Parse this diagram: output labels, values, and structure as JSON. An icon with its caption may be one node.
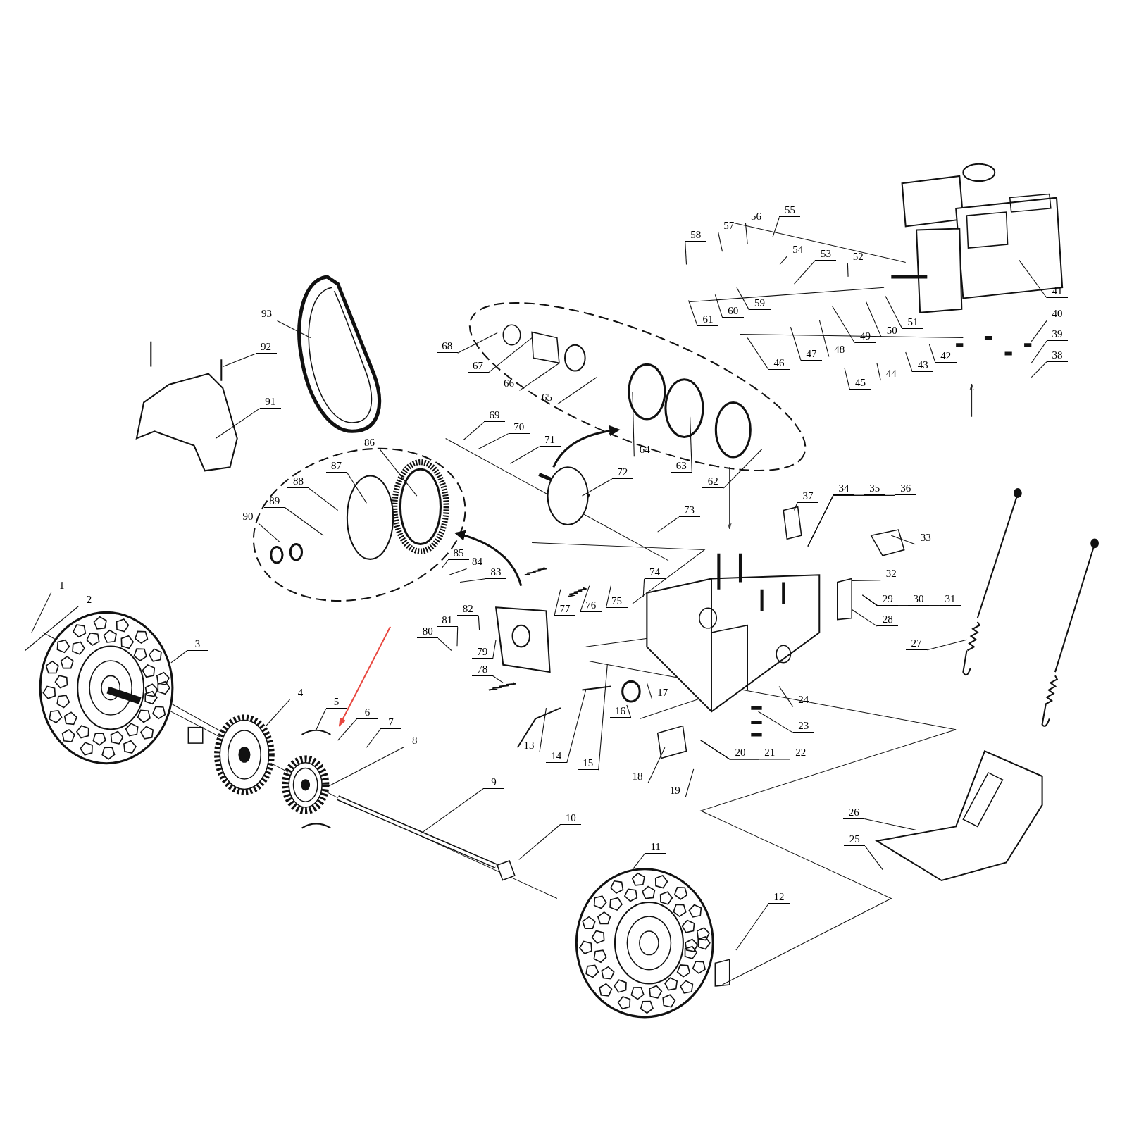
{
  "diagram": {
    "nodes": [
      {
        "text": [
          "1"
        ]
      },
      {
        "text": [
          "2"
        ]
      },
      {
        "text": [
          "3"
        ]
      },
      {
        "text": [
          "4"
        ]
      },
      {
        "text": [
          "5"
        ]
      },
      {
        "text": [
          "6"
        ]
      },
      {
        "text": [
          "7"
        ]
      },
      {
        "text": [
          "8"
        ]
      },
      {
        "text": [
          "9"
        ]
      },
      {
        "text": [
          "10"
        ]
      },
      {
        "text": [
          "11"
        ]
      },
      {
        "text": [
          "12"
        ]
      },
      {
        "text": [
          "13"
        ]
      },
      {
        "text": [
          "14"
        ]
      },
      {
        "text": [
          "15"
        ]
      },
      {
        "text": [
          "16"
        ]
      },
      {
        "text": [
          "17"
        ]
      },
      {
        "text": [
          "18"
        ]
      },
      {
        "text": [
          "19"
        ]
      },
      {
        "text": [
          "20"
        ]
      },
      {
        "text": [
          "21"
        ]
      },
      {
        "text": [
          "22"
        ]
      },
      {
        "text": [
          "23"
        ]
      },
      {
        "text": [
          "24"
        ]
      },
      {
        "text": [
          "25"
        ]
      },
      {
        "text": [
          "26"
        ]
      },
      {
        "text": [
          "27"
        ]
      },
      {
        "text": [
          "28"
        ]
      },
      {
        "text": [
          "29"
        ]
      },
      {
        "text": [
          "30"
        ]
      },
      {
        "text": [
          "31"
        ]
      },
      {
        "text": [
          "32"
        ]
      },
      {
        "text": [
          "33"
        ]
      },
      {
        "text": [
          "34"
        ]
      },
      {
        "text": [
          "35"
        ]
      },
      {
        "text": [
          "36"
        ]
      },
      {
        "text": [
          "37"
        ]
      },
      {
        "text": [
          "38"
        ]
      },
      {
        "text": [
          "39"
        ]
      },
      {
        "text": [
          "40"
        ]
      },
      {
        "text": [
          "41"
        ]
      },
      {
        "text": [
          "42"
        ]
      },
      {
        "text": [
          "43"
        ]
      },
      {
        "text": [
          "44"
        ]
      },
      {
        "text": [
          "45"
        ]
      },
      {
        "text": [
          "46"
        ]
      },
      {
        "text": [
          "47"
        ]
      },
      {
        "text": [
          "48"
        ]
      },
      {
        "text": [
          "49"
        ]
      },
      {
        "text": [
          "50"
        ]
      },
      {
        "text": [
          "51"
        ]
      },
      {
        "text": [
          "52"
        ]
      },
      {
        "text": [
          "53"
        ]
      },
      {
        "text": [
          "54"
        ]
      },
      {
        "text": [
          "55"
        ]
      },
      {
        "text": [
          "56"
        ]
      },
      {
        "text": [
          "57"
        ]
      },
      {
        "text": [
          "58"
        ]
      },
      {
        "text": [
          "59"
        ]
      },
      {
        "text": [
          "60"
        ]
      },
      {
        "text": [
          "61"
        ]
      },
      {
        "text": [
          "62"
        ]
      },
      {
        "text": [
          "63"
        ]
      },
      {
        "text": [
          "64"
        ]
      },
      {
        "text": [
          "65"
        ]
      },
      {
        "text": [
          "66"
        ]
      },
      {
        "text": [
          "67"
        ]
      },
      {
        "text": [
          "68"
        ]
      },
      {
        "text": [
          "69"
        ]
      },
      {
        "text": [
          "70"
        ]
      },
      {
        "text": [
          "71"
        ]
      },
      {
        "text": [
          "72"
        ]
      },
      {
        "text": [
          "73"
        ]
      },
      {
        "text": [
          "74"
        ]
      },
      {
        "text": [
          "75"
        ]
      },
      {
        "text": [
          "76"
        ]
      },
      {
        "text": [
          "77"
        ]
      },
      {
        "text": [
          "78"
        ]
      },
      {
        "text": [
          "79"
        ]
      },
      {
        "text": [
          "80"
        ]
      },
      {
        "text": [
          "81"
        ]
      },
      {
        "text": [
          "82"
        ]
      },
      {
        "text": [
          "83"
        ]
      },
      {
        "text": [
          "84"
        ]
      },
      {
        "text": [
          "85"
        ]
      },
      {
        "text": [
          "86"
        ]
      },
      {
        "text": [
          "87"
        ]
      },
      {
        "text": [
          "88"
        ]
      },
      {
        "text": [
          "89"
        ]
      },
      {
        "text": [
          "90"
        ]
      },
      {
        "text": [
          "91"
        ]
      },
      {
        "text": [
          "92"
        ]
      },
      {
        "text": [
          "93"
        ]
      }
    ],
    "edges": [
      {
        "from": 0,
        "to": null,
        "arrow": "none"
      },
      {
        "from": 1,
        "to": null,
        "arrow": "none"
      },
      {
        "from": 2,
        "to": null,
        "arrow": "none"
      },
      {
        "from": 3,
        "to": null,
        "arrow": "none"
      },
      {
        "from": 4,
        "to": null,
        "arrow": "none"
      },
      {
        "from": 5,
        "to": null,
        "arrow": "none"
      },
      {
        "from": 6,
        "to": null,
        "arrow": "none"
      },
      {
        "from": 7,
        "to": null,
        "arrow": "none"
      },
      {
        "from": 8,
        "to": null,
        "arrow": "none"
      },
      {
        "from": 9,
        "to": null,
        "arrow": "none"
      },
      {
        "from": 10,
        "to": null,
        "arrow": "none"
      },
      {
        "from": 11,
        "to": null,
        "arrow": "none"
      },
      {
        "from": 12,
        "to": null,
        "arrow": "none"
      },
      {
        "from": 13,
        "to": null,
        "arrow": "none"
      },
      {
        "from": 14,
        "to": null,
        "arrow": "none"
      },
      {
        "from": 15,
        "to": null,
        "arrow": "none"
      },
      {
        "from": 16,
        "to": null,
        "arrow": "none"
      },
      {
        "from": 17,
        "to": null,
        "arrow": "none"
      },
      {
        "from": 18,
        "to": null,
        "arrow": "none"
      },
      {
        "from": 19,
        "to": null,
        "arrow": "none"
      },
      {
        "from": 20,
        "to": null,
        "arrow": "none"
      },
      {
        "from": 21,
        "to": null,
        "arrow": "none"
      },
      {
        "from": 22,
        "to": null,
        "arrow": "none"
      },
      {
        "from": 23,
        "to": null,
        "arrow": "none"
      },
      {
        "from": 24,
        "to": null,
        "arrow": "none"
      },
      {
        "from": 25,
        "to": null,
        "arrow": "none"
      },
      {
        "from": 26,
        "to": null,
        "arrow": "none"
      },
      {
        "from": 27,
        "to": null,
        "arrow": "none"
      },
      {
        "from": 28,
        "to": null,
        "arrow": "none"
      },
      {
        "from": 29,
        "to": null,
        "arrow": "none"
      },
      {
        "from": 30,
        "to": null,
        "arrow": "none"
      },
      {
        "from": 31,
        "to": null,
        "arrow": "none"
      },
      {
        "from": 32,
        "to": null,
        "arrow": "none"
      },
      {
        "from": 33,
        "to": null,
        "arrow": "none"
      },
      {
        "from": 34,
        "to": null,
        "arrow": "none"
      },
      {
        "from": 35,
        "to": null,
        "arrow": "none"
      },
      {
        "from": 36,
        "to": null,
        "arrow": "none"
      },
      {
        "from": 37,
        "to": null,
        "arrow": "none"
      },
      {
        "from": 38,
        "to": null,
        "arrow": "none"
      },
      {
        "from": 39,
        "to": null,
        "arrow": "none"
      },
      {
        "from": 40,
        "to": null,
        "arrow": "none"
      },
      {
        "from": 41,
        "to": null,
        "arrow": "none"
      },
      {
        "from": 42,
        "to": null,
        "arrow": "none"
      },
      {
        "from": 43,
        "to": null,
        "arrow": "none"
      },
      {
        "from": 44,
        "to": null,
        "arrow": "none"
      },
      {
        "from": 45,
        "to": null,
        "arrow": "none"
      },
      {
        "from": 46,
        "to": null,
        "arrow": "none"
      },
      {
        "from": 47,
        "to": null,
        "arrow": "none"
      },
      {
        "from": 48,
        "to": null,
        "arrow": "none"
      },
      {
        "from": 49,
        "to": null,
        "arrow": "none"
      },
      {
        "from": 50,
        "to": null,
        "arrow": "none"
      },
      {
        "from": 51,
        "to": null,
        "arrow": "none"
      },
      {
        "from": 52,
        "to": null,
        "arrow": "none"
      },
      {
        "from": 53,
        "to": null,
        "arrow": "none"
      },
      {
        "from": 54,
        "to": null,
        "arrow": "none"
      },
      {
        "from": 55,
        "to": null,
        "arrow": "none"
      },
      {
        "from": 56,
        "to": null,
        "arrow": "none"
      },
      {
        "from": 57,
        "to": null,
        "arrow": "none"
      },
      {
        "from": 58,
        "to": null,
        "arrow": "none"
      },
      {
        "from": 59,
        "to": null,
        "arrow": "none"
      },
      {
        "from": 60,
        "to": null,
        "arrow": "none"
      },
      {
        "from": 61,
        "to": null,
        "arrow": "none"
      },
      {
        "from": 62,
        "to": null,
        "arrow": "none"
      },
      {
        "from": 63,
        "to": null,
        "arrow": "none"
      },
      {
        "from": 64,
        "to": null,
        "arrow": "none"
      },
      {
        "from": 65,
        "to": null,
        "arrow": "none"
      },
      {
        "from": 66,
        "to": null,
        "arrow": "none"
      },
      {
        "from": 67,
        "to": null,
        "arrow": "none"
      },
      {
        "from": 68,
        "to": null,
        "arrow": "none"
      },
      {
        "from": 69,
        "to": null,
        "arrow": "none"
      },
      {
        "from": 70,
        "to": null,
        "arrow": "none"
      },
      {
        "from": 71,
        "to": null,
        "arrow": "none"
      },
      {
        "from": 72,
        "to": null,
        "arrow": "none"
      },
      {
        "from": 73,
        "to": null,
        "arrow": "none"
      },
      {
        "from": 74,
        "to": null,
        "arrow": "none"
      },
      {
        "from": 75,
        "to": null,
        "arrow": "none"
      },
      {
        "from": 76,
        "to": null,
        "arrow": "none"
      },
      {
        "from": 77,
        "to": null,
        "arrow": "none"
      },
      {
        "from": 78,
        "to": null,
        "arrow": "none"
      },
      {
        "from": 79,
        "to": null,
        "arrow": "none"
      },
      {
        "from": 80,
        "to": null,
        "arrow": "none"
      },
      {
        "from": 81,
        "to": null,
        "arrow": "none"
      },
      {
        "from": 82,
        "to": null,
        "arrow": "none"
      },
      {
        "from": 83,
        "to": null,
        "arrow": "none"
      },
      {
        "from": 84,
        "to": null,
        "arrow": "none"
      },
      {
        "from": 85,
        "to": null,
        "arrow": "none"
      },
      {
        "from": 86,
        "to": null,
        "arrow": "none"
      },
      {
        "from": 87,
        "to": null,
        "arrow": "none"
      },
      {
        "from": 88,
        "to": null,
        "arrow": "none"
      },
      {
        "from": 89,
        "to": null,
        "arrow": "none"
      },
      {
        "from": 90,
        "to": null,
        "arrow": "none"
      },
      {
        "from": 91,
        "to": null,
        "arrow": "none"
      },
      {
        "from": 92,
        "to": null,
        "arrow": "none"
      }
    ]
  }
}
